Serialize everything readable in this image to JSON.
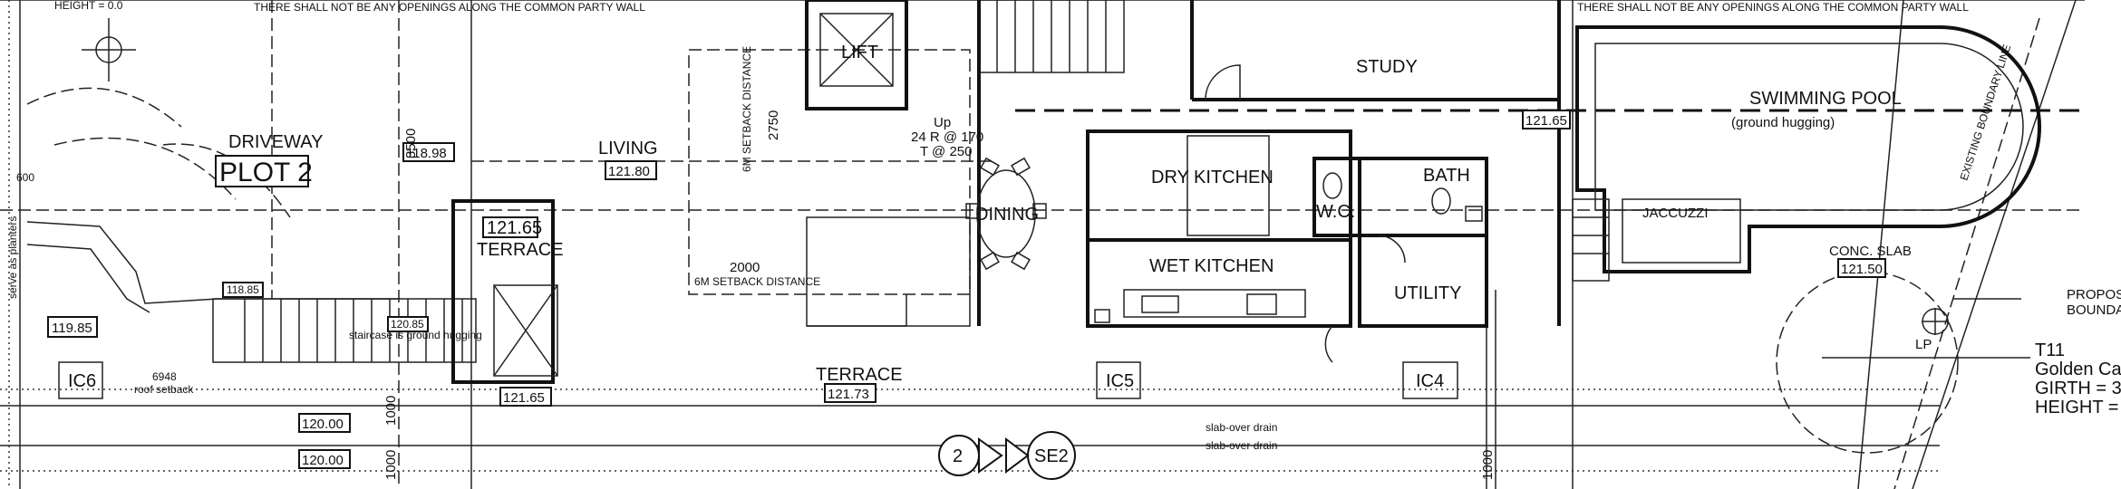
{
  "notes": {
    "height": "HEIGHT = 0.0",
    "party_wall_left": "THERE SHALL NOT BE ANY OPENINGS ALONG THE COMMON PARTY WALL",
    "party_wall_right": "THERE SHALL NOT BE ANY OPENINGS ALONG THE COMMON PARTY WALL",
    "staircase": "staircase is ground hugging",
    "setback_1": "6M SETBACK DISTANCE",
    "setback_2": "6M SETBACK DISTANCE",
    "roof_setback": "roof setback",
    "serve_as_planters": "serve as planters",
    "slab_over_drain_1": "slab-over drain",
    "slab_over_drain_2": "slab-over drain",
    "boundary_text": "EXISTING BOUNDARY LINE",
    "side_dim_top": "600",
    "side_dim_left": "6948",
    "driveway_label": "DRIVEWAY",
    "dimension_2000": "2000",
    "dimension_2750": "2750",
    "dimension_1000a": "1000",
    "dimension_1000b": "1000",
    "dimension_3500": "3500",
    "dimension_1000c": "1000",
    "stair_note_up": "Up",
    "stair_note_r": "24 R @ 170",
    "stair_note_t": "T @ 250",
    "ground_hugging": "(ground hugging)"
  },
  "rooms": {
    "plot": "PLOT 2",
    "living": "LIVING",
    "dining": "DINING",
    "terrace_upper": "TERRACE",
    "terrace_lower": "TERRACE",
    "dry_kitchen": "DRY KITCHEN",
    "wet_kitchen": "WET KITCHEN",
    "study": "STUDY",
    "wc": "W.C.",
    "bath": "BATH",
    "utility": "UTILITY",
    "swimming_pool": "SWIMMING POOL",
    "jaccuzzi": "JACCUZZI",
    "conc_slab": "CONC. SLAB",
    "lift": "LIFT"
  },
  "levels": {
    "driveway": "118.98",
    "living": "121.80",
    "terrace_upper": "121.65",
    "terrace_lower": "121.73",
    "lower_left": "121.65",
    "pool": "121.65",
    "conc_slab": "121.50",
    "left_edge": "119.85",
    "road_1": "120.00",
    "road_2": "120.00",
    "stair_landing": "118.85",
    "stair_mid": "120.85"
  },
  "inspection_chambers": [
    "IC6",
    "IC5",
    "IC4"
  ],
  "section_markers": {
    "grid_2": "2",
    "section": "SE2"
  },
  "tree_note": {
    "tag": "T11",
    "name": "Golden Ca",
    "girth": "GIRTH = 3",
    "height": "HEIGHT ="
  },
  "right_note": {
    "line1": "PROPOSI",
    "line2": "BOUNDA"
  },
  "lamp_post": "LP"
}
